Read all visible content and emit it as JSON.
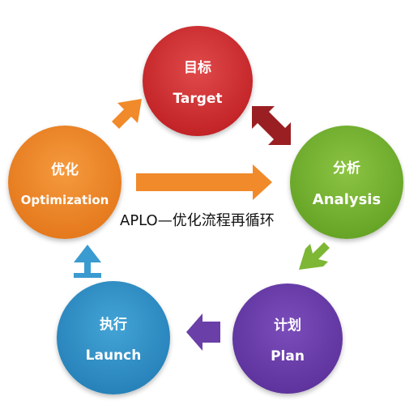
{
  "nodes": {
    "target": {
      "zh": "目标",
      "en": "Target"
    },
    "analysis": {
      "zh": "分析",
      "en": "Analysis"
    },
    "plan": {
      "zh": "计划",
      "en": "Plan"
    },
    "launch": {
      "zh": "执行",
      "en": "Launch"
    },
    "optimize": {
      "zh": "优化",
      "en": "Optimization"
    }
  },
  "center_label": "APLO—优化流程再循环",
  "colors": {
    "target": "#c0282a",
    "analysis": "#6fae2b",
    "plan": "#62369f",
    "launch": "#2c8bc4",
    "optimize": "#ee8426",
    "arrow_orange": "#f08a2a",
    "arrow_red": "#9a1f22",
    "arrow_green": "#7db735",
    "arrow_purple": "#6b3fa8",
    "arrow_blue": "#3a9bd0"
  }
}
